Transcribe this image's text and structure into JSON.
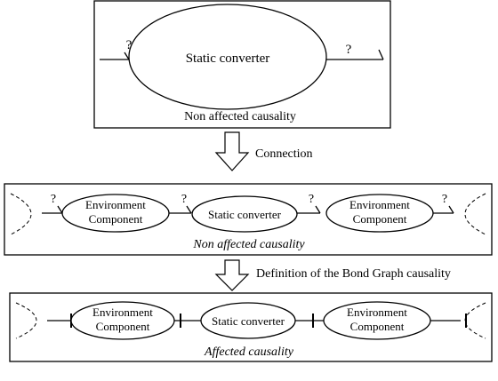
{
  "panel1": {
    "converter_label": "Static converter",
    "caption": "Non affected causality",
    "left_mark": "?",
    "right_mark": "?"
  },
  "arrow1": {
    "label": "Connection"
  },
  "panel2": {
    "env_left_line1": "Environment",
    "env_left_line2": "Component",
    "converter_label": "Static converter",
    "env_right_line1": "Environment",
    "env_right_line2": "Component",
    "caption": "Non affected causality",
    "marks": [
      "?",
      "?",
      "?",
      "?"
    ]
  },
  "arrow2": {
    "label": "Definition of the Bond Graph causality"
  },
  "panel3": {
    "env_left_line1": "Environment",
    "env_left_line2": "Component",
    "converter_label": "Static converter",
    "env_right_line1": "Environment",
    "env_right_line2": "Component",
    "caption": "Affected causality"
  }
}
